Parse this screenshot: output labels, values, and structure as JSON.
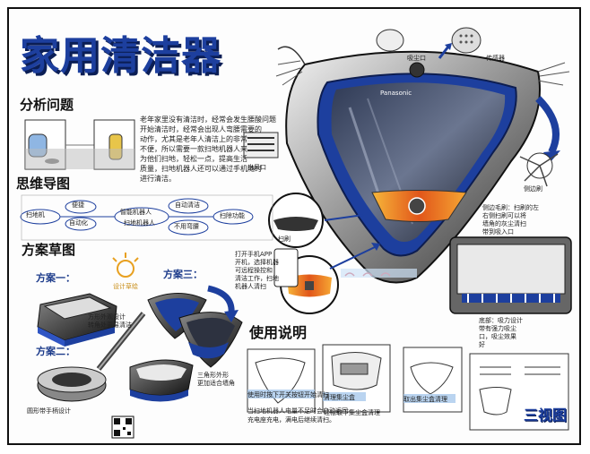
{
  "title": "家用清洁器",
  "sections": {
    "problem": "分析问题",
    "mindmap": "思维导图",
    "sketch": "方案草图",
    "usage": "使用说明",
    "three_view": "三视图"
  },
  "brand": "Panasonic",
  "problem_text": [
    "老年家里没有清洁时，经常会发生腰酸问题",
    "开始清洁时，经常会出现人弯腰需要的",
    "动作，尤其是老年人清洁上的非常",
    "不便，所以需要一款扫地机器人来",
    "为他们扫地，轻松一点，提高生活",
    "质量，扫地机器人还可以通过手机随时",
    "进行清洁。"
  ],
  "mindmap_nodes": [
    "扫地机",
    "便捷",
    "自动化",
    "智能机器人",
    "自动清洁",
    "扫地机器人",
    "不用弯腰",
    "扫除功能"
  ],
  "schemes": [
    "方案一：",
    "方案二：",
    "方案三："
  ],
  "logo_text": "设计草绘",
  "callouts": {
    "dust_box": "吸尘口",
    "vent": "出风口",
    "sensor": "传感器",
    "brush": "侧边刷",
    "sweep": "扫刷",
    "app_note": [
      "打开手机APP",
      "开机，选择机器",
      "可远程操控和",
      "清洁工作，扫地",
      "机器人清扫"
    ],
    "side": [
      "侧边毛刷：扫刷的左",
      "右侧扫刷可以将",
      "墙角的灰尘清扫",
      "带到吸入口"
    ],
    "bottom": [
      "底部：吸力设计",
      "带有强力吸尘",
      "口，吸尘效果",
      "好"
    ],
    "scheme1_note": [
      "方形外观设计",
      "转角处更易清洁"
    ],
    "scheme2_note": "圆形带手柄设计",
    "scheme3_note": [
      "三角形外形",
      "更加适合墙角"
    ]
  },
  "usage_steps": [
    {
      "label": "使用时按下开关按钮开始清扫",
      "note": [
        "当扫地机器人电量不足时会自动返回",
        "充电座充电，满电后继续清扫。"
      ]
    },
    {
      "label": "清理集尘盒",
      "note": [
        "轻松取下集尘盒清理"
      ]
    },
    {
      "label": "取出集尘盒清理",
      "note": []
    }
  ],
  "colors": {
    "accent": "#1d3f9e",
    "light_blue": "#9cc2ea",
    "orange": "#f08a1c"
  }
}
